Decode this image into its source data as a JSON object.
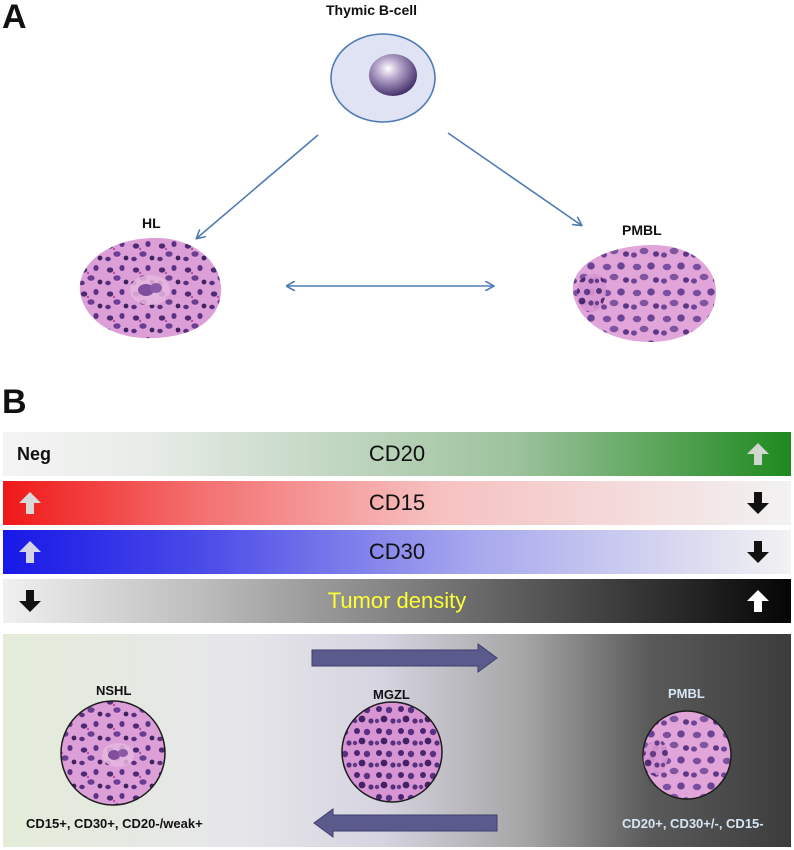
{
  "panel_a": {
    "letter": "A",
    "top_cell_label": "Thymic B-cell",
    "left_label": "HL",
    "right_label": "PMBL"
  },
  "panel_b": {
    "letter": "B",
    "bars": [
      {
        "label": "CD20",
        "left_text": "Neg",
        "left_icon": "none",
        "right_icon": "up-arrow-icon",
        "gradient": [
          "#f4f4f4",
          "#1e8a1e"
        ]
      },
      {
        "label": "CD15",
        "left_icon": "up-arrow-icon",
        "right_icon": "down-arrow-icon",
        "gradient": [
          "#f01818",
          "#f2f2f2"
        ]
      },
      {
        "label": "CD30",
        "left_icon": "up-arrow-icon",
        "right_icon": "down-arrow-icon",
        "gradient": [
          "#1818e8",
          "#f2f2f2"
        ]
      },
      {
        "label": "Tumor density",
        "left_icon": "down-arrow-icon",
        "right_icon": "up-arrow-icon",
        "gradient": [
          "#f0f0f0",
          "#050505"
        ],
        "label_color": "#ffff33"
      }
    ],
    "spectrum": {
      "left_name": "NSHL",
      "middle_name": "MGZL",
      "right_name": "PMBL",
      "left_markers": "CD15+, CD30+, CD20-/weak+",
      "right_markers": "CD20+, CD30+/-, CD15-"
    }
  },
  "colors": {
    "arrow_blue": "#4f7bb5",
    "cell_fill": "#dfe3f4",
    "tissue_pink": "#d99ad6",
    "nucleus_purple": "#5b2f7e",
    "spectrum_arrow": "#5a5a8c",
    "spectrum_left_bg": "#e4ecd9",
    "spectrum_right_bg": "#3c3c3c"
  }
}
